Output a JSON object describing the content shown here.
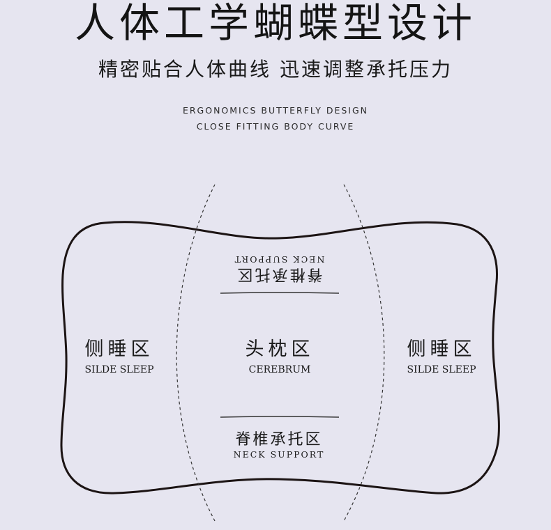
{
  "header": {
    "title": "人体工学蝴蝶型设计",
    "subtitle": "精密贴合人体曲线 迅速调整承托压力",
    "en_line1": "ERGONOMICS BUTTERFLY DESIGN",
    "en_line2": "CLOSE FITTING BODY CURVE"
  },
  "zones": {
    "left": {
      "cn": "侧睡区",
      "en": "SILDE SLEEP"
    },
    "center": {
      "cn": "头枕区",
      "en": "CEREBRUM"
    },
    "right": {
      "cn": "侧睡区",
      "en": "SILDE SLEEP"
    },
    "neck_top": {
      "cn": "脊椎承托区",
      "en": "NECK SUPPORT"
    },
    "neck_bottom": {
      "cn": "脊椎承托区",
      "en": "NECK SUPPORT"
    }
  },
  "colors": {
    "background": "#e6e5f0",
    "outline": "#1c1414",
    "text": "#1a1a1a"
  }
}
